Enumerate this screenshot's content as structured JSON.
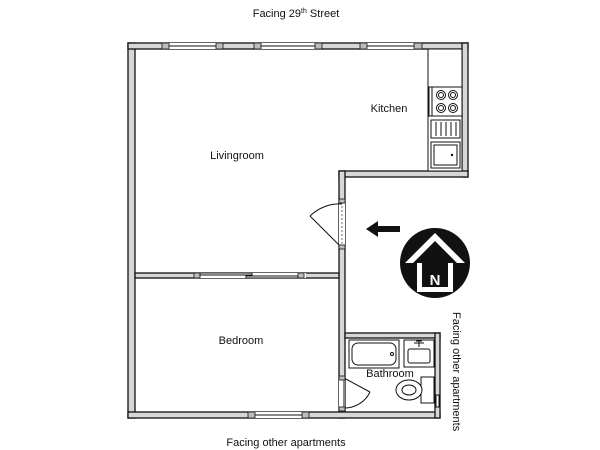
{
  "street_label": {
    "prefix": "Facing 29",
    "superscript": "th",
    "suffix": " Street"
  },
  "bottom_label": "Facing other apartments",
  "right_label": "Facing other apartments",
  "rooms": {
    "livingroom": "Livingroom",
    "kitchen": "Kitchen",
    "bedroom": "Bedroom",
    "bathroom": "Bathroom"
  },
  "compass": {
    "letter": "N",
    "colors": {
      "fill": "#111111",
      "background": "#ffffff"
    }
  },
  "colors": {
    "wall_fill": "#d7d7d7",
    "outline": "#111111",
    "window_pane": "#bdbdbd"
  }
}
